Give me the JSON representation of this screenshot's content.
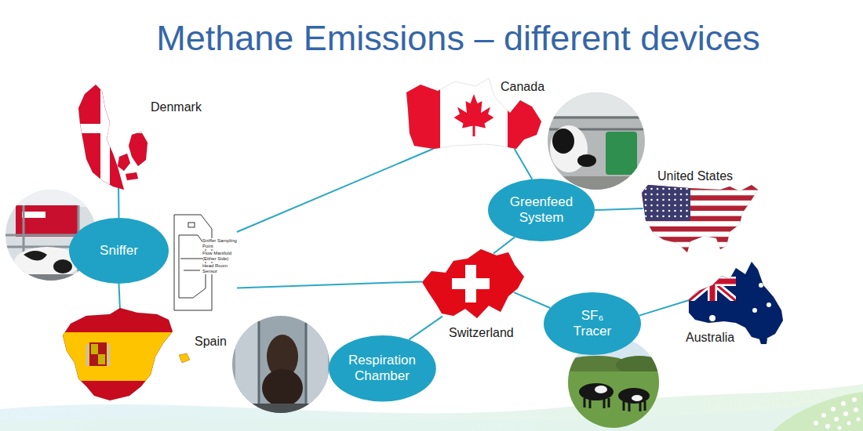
{
  "diagram": {
    "title": "Methane Emissions – different devices",
    "nodes": [
      {
        "text": [
          "Denmark"
        ]
      },
      {
        "text": [
          "Canada"
        ]
      },
      {
        "text": [
          "Sniffer"
        ]
      },
      {
        "text": [
          "Greenfeed System"
        ]
      },
      {
        "text": [
          "United States"
        ]
      },
      {
        "text": [
          "Switzerland"
        ]
      },
      {
        "text": [
          "SF₆ Tracer"
        ]
      },
      {
        "text": [
          "Australia"
        ]
      },
      {
        "text": [
          "Spain"
        ]
      },
      {
        "text": [
          "Respiration Chamber"
        ]
      }
    ],
    "edges": [
      {
        "from": 2,
        "to": 0,
        "arrow": "none"
      },
      {
        "from": 2,
        "to": 8,
        "arrow": "none"
      },
      {
        "from": 2,
        "to": 1,
        "arrow": "none"
      },
      {
        "from": 2,
        "to": 5,
        "arrow": "none"
      },
      {
        "from": 1,
        "to": 3,
        "arrow": "none"
      },
      {
        "from": 3,
        "to": 4,
        "arrow": "none"
      },
      {
        "from": 3,
        "to": 5,
        "arrow": "none"
      },
      {
        "from": 5,
        "to": 9,
        "arrow": "none"
      },
      {
        "from": 5,
        "to": 6,
        "arrow": "none"
      },
      {
        "from": 6,
        "to": 7,
        "arrow": "none"
      }
    ],
    "labels": [
      "Sniffer Sampling Point",
      "Flow Manifold (Either Side)",
      "Head Room Sensor"
    ]
  }
}
